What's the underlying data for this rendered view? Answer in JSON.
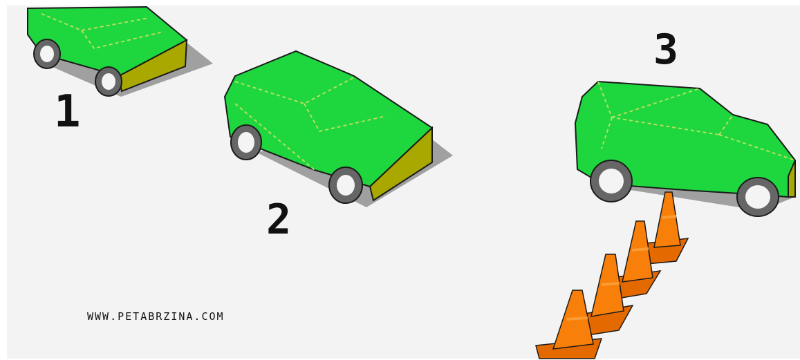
{
  "step_labels": [
    "1",
    "2",
    "3"
  ],
  "website": "WWW.PETABRZINA.COM",
  "colors": {
    "background": "#f3f3f3",
    "car_body": "#1ed63d",
    "car_side_dark": "#a8a800",
    "cone": "#f77f0a",
    "cone_stripe": "#fb9c32",
    "shadow": "#9a9a9a",
    "outline": "#1a1a1a",
    "text": "#111111"
  }
}
